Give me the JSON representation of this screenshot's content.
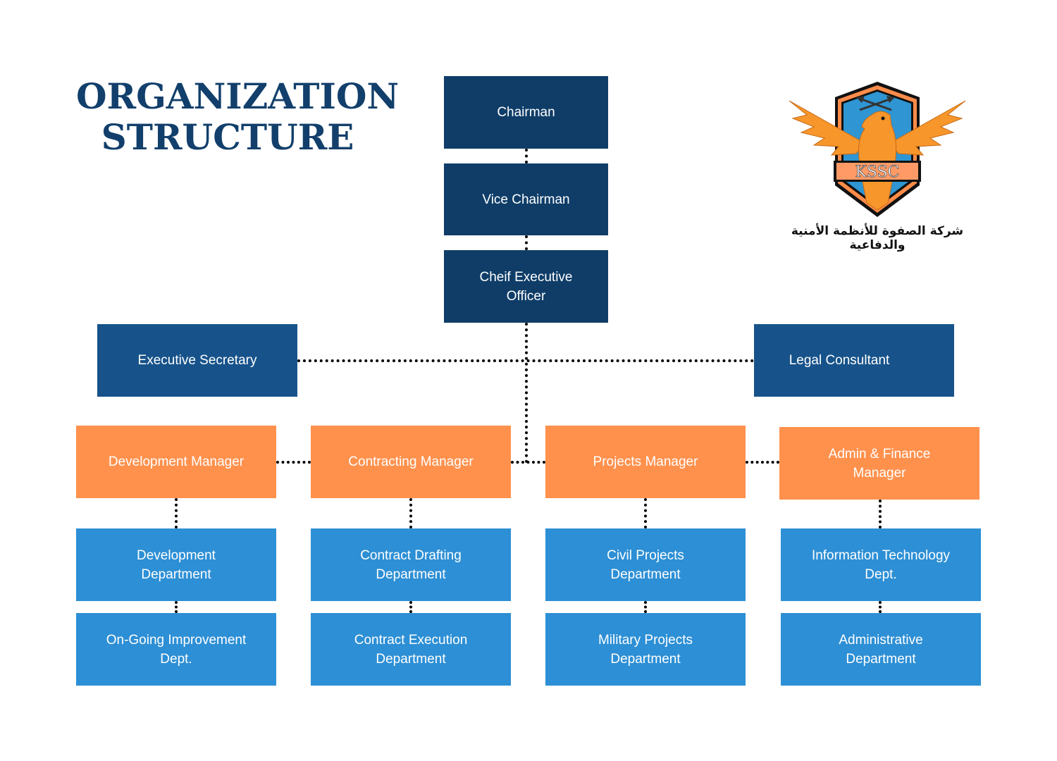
{
  "title": {
    "line1": "ORGANIZATION",
    "line2": "STRUCTURE"
  },
  "logo": {
    "initials": "KSSC",
    "arabic_name": "شركة الصفوة للأنظمة الأمنية والدفاعية",
    "icon": "eagle-shield-logo"
  },
  "colors": {
    "navy": "#0f3d68",
    "mid_blue": "#17538a",
    "orange": "#ff914d",
    "sky_blue": "#2d8fd5",
    "title": "#123f6b"
  },
  "executive": {
    "chairman": "Chairman",
    "vice_chairman": "Vice Chairman",
    "ceo": "Cheif Executive Officer"
  },
  "advisors": {
    "left": "Executive Secretary",
    "right": "Legal Consultant"
  },
  "columns": [
    {
      "manager": "Development Manager",
      "depts": [
        "Development Department",
        "On-Going Improvement Dept."
      ]
    },
    {
      "manager": "Contracting Manager",
      "depts": [
        "Contract Drafting Department",
        "Contract Execution Department"
      ]
    },
    {
      "manager": "Projects Manager",
      "depts": [
        "Civil Projects Department",
        "Military Projects Department"
      ]
    },
    {
      "manager": "Admin & Finance Manager",
      "depts": [
        "Information Technology Dept.",
        "Administrative Department"
      ]
    }
  ]
}
